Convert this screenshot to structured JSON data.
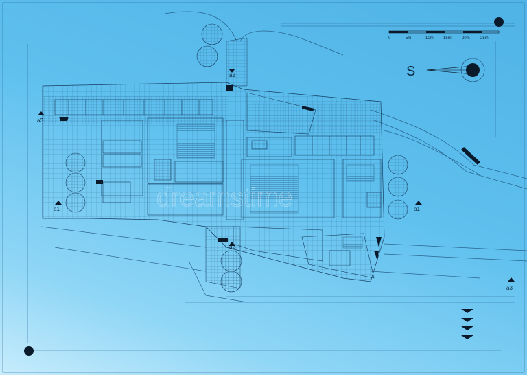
{
  "drawing": {
    "north_label": "S",
    "scale_bar": {
      "ticks": [
        "0",
        "5m",
        "10m",
        "15m",
        "20m",
        "25m"
      ]
    },
    "section_markers": {
      "a1": "a1",
      "a2": "a2",
      "a3": "a3"
    },
    "watermark": "dreamstime"
  },
  "colors": {
    "background_top": "#4fb3e6",
    "background_bottom": "#c7ecfc",
    "linework": "#1b4d78",
    "ink": "#0a1a2a"
  }
}
